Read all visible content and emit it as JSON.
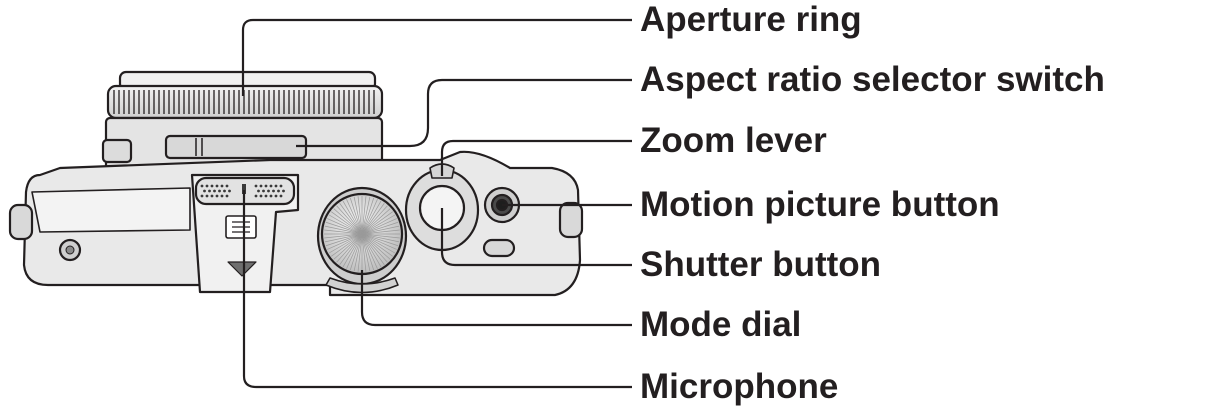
{
  "callouts": [
    {
      "key": "aperture_ring",
      "text": "Aperture ring"
    },
    {
      "key": "aspect_ratio",
      "text": "Aspect ratio selector switch"
    },
    {
      "key": "zoom_lever",
      "text": "Zoom lever"
    },
    {
      "key": "motion_picture",
      "text": "Motion picture button"
    },
    {
      "key": "shutter",
      "text": "Shutter button"
    },
    {
      "key": "mode_dial",
      "text": "Mode dial"
    },
    {
      "key": "microphone",
      "text": "Microphone"
    }
  ],
  "colors": {
    "line": "#231f20",
    "body": "#e6e6e6",
    "body_dark": "#cfcfcf",
    "text": "#231f20"
  }
}
